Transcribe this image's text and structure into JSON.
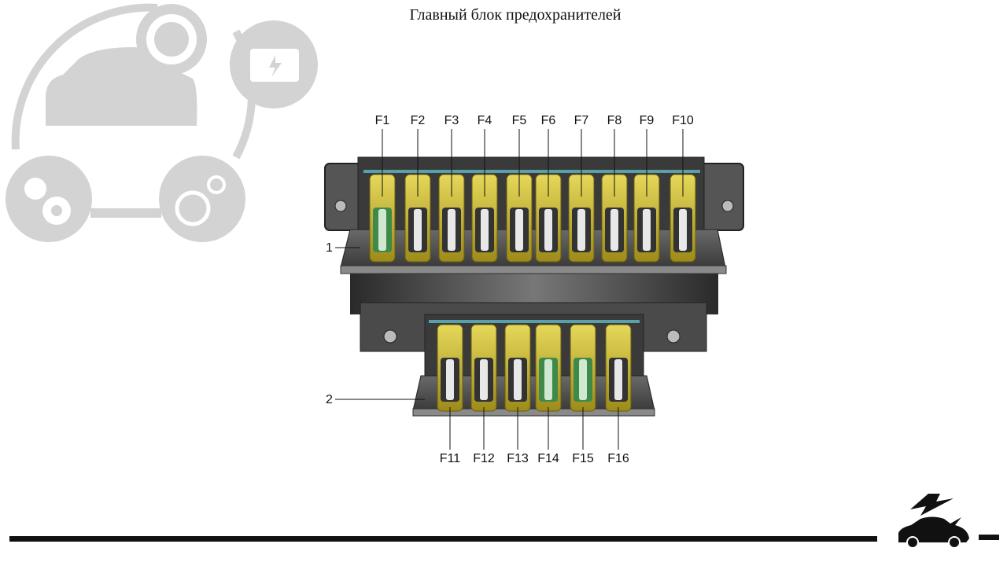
{
  "title": "Главный блок предохранителей",
  "callouts": {
    "upper": "1",
    "lower": "2"
  },
  "upper_fuses": [
    {
      "label": "F1",
      "color": "green"
    },
    {
      "label": "F2",
      "color": "white"
    },
    {
      "label": "F3",
      "color": "white"
    },
    {
      "label": "F4",
      "color": "white"
    },
    {
      "label": "F5",
      "color": "white"
    },
    {
      "label": "F6",
      "color": "white"
    },
    {
      "label": "F7",
      "color": "white"
    },
    {
      "label": "F8",
      "color": "white"
    },
    {
      "label": "F9",
      "color": "white"
    },
    {
      "label": "F10",
      "color": "white"
    }
  ],
  "lower_fuses": [
    {
      "label": "F11",
      "color": "white"
    },
    {
      "label": "F12",
      "color": "white"
    },
    {
      "label": "F13",
      "color": "white"
    },
    {
      "label": "F14",
      "color": "green"
    },
    {
      "label": "F15",
      "color": "green"
    },
    {
      "label": "F16",
      "color": "white"
    }
  ],
  "colors": {
    "contact": "#c9b72a",
    "housing": "#4a4a4a",
    "strip": "#5aa0a8",
    "green_fuse": "#3f8a4a",
    "icon_grey": "#d3d3d3"
  }
}
